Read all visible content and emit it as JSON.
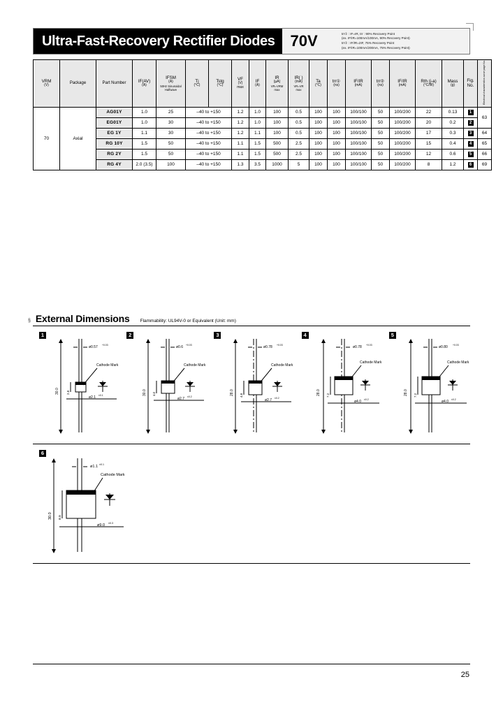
{
  "banner": {
    "title": "Ultra-Fast-Recovery Rectifier Diodes",
    "voltage": "70V",
    "notes": [
      "trr① : IF=IR, trr : 90% Recovery Point",
      "(ex. IF/IR=100mA/100mA, 90% Recovery Point)",
      "trr② : IF/IR=2IF, 75% Recovery Point",
      "(ex. IF/IR=100mA/200mA, 75% Recovery Point)"
    ]
  },
  "table": {
    "headers": {
      "vrm": "VRM",
      "vrm_unit": "(V)",
      "package": "Package",
      "part_number": "Part Number",
      "if_av": "IF(AV)",
      "if_av_unit": "(A)",
      "ifsm": "IFSM",
      "ifsm_unit": "(A)",
      "ifsm_cond": "50Hz Sinusoidal Halfwave",
      "tj": "Tj",
      "tj_unit": "(°C)",
      "tstg": "Tstg",
      "tstg_unit": "(°C)",
      "vf": "VF",
      "vf_unit": "(V)",
      "vf_max": "max",
      "if": "IF",
      "if_unit": "(A)",
      "ir_ua": "IR",
      "ir_ua_unit": "(µA)",
      "ir_ua_cond": "VR=VRM",
      "ir_ua_max": "max",
      "ir_ma": "IR( )",
      "ir_ma_unit": "(mA)",
      "ir_ma_cond": "VR=VR",
      "ir_ma_max": "max",
      "ta": "Ta",
      "ta_unit": "(°C)",
      "trr1": "trr①",
      "trr1_unit": "(ns)",
      "trr1_cond": "IF/IR",
      "trr1_cond_unit": "(mA)",
      "trr2": "trr②",
      "trr2_unit": "(ns)",
      "trr2_cond": "IF/IR",
      "trr2_cond_unit": "(mA)",
      "rth": "Rth (j-a)",
      "rth_unit": "(°C/W)",
      "mass": "Mass",
      "mass_unit": "(g)",
      "fig": "Fig.",
      "fig2": "No.",
      "curve_page": "Electrical characteristics curve page No."
    },
    "vrm_value": "70",
    "package_value": "Axial",
    "rows": [
      {
        "part": "AG01Y",
        "if_av": "1.0",
        "ifsm": "25",
        "tj": "–40 to +150",
        "vf": "1.2",
        "if": "1.0",
        "ir_ua": "100",
        "ir_ma": "0.5",
        "ta": "100",
        "trr1": "100",
        "trr1_cond": "100/100",
        "trr2": "50",
        "trr2_cond": "100/200",
        "rth": "22",
        "mass": "0.13",
        "fig": "1",
        "curve": "63"
      },
      {
        "part": "EG01Y",
        "if_av": "1.0",
        "ifsm": "30",
        "tj": "–40 to +150",
        "vf": "1.2",
        "if": "1.0",
        "ir_ua": "100",
        "ir_ma": "0.5",
        "ta": "100",
        "trr1": "100",
        "trr1_cond": "100/100",
        "trr2": "50",
        "trr2_cond": "100/200",
        "rth": "20",
        "mass": "0.2",
        "fig": "2",
        "curve": ""
      },
      {
        "part": "EG 1Y",
        "if_av": "1.1",
        "ifsm": "30",
        "tj": "–40 to +150",
        "vf": "1.2",
        "if": "1.1",
        "ir_ua": "100",
        "ir_ma": "0.5",
        "ta": "100",
        "trr1": "100",
        "trr1_cond": "100/100",
        "trr2": "50",
        "trr2_cond": "100/200",
        "rth": "17",
        "mass": "0.3",
        "fig": "3",
        "curve": "64"
      },
      {
        "part": "RG 10Y",
        "if_av": "1.5",
        "ifsm": "50",
        "tj": "–40 to +150",
        "vf": "1.1",
        "if": "1.5",
        "ir_ua": "500",
        "ir_ma": "2.5",
        "ta": "100",
        "trr1": "100",
        "trr1_cond": "100/100",
        "trr2": "50",
        "trr2_cond": "100/200",
        "rth": "15",
        "mass": "0.4",
        "fig": "4",
        "curve": "65"
      },
      {
        "part": "RG 2Y",
        "if_av": "1.5",
        "ifsm": "50",
        "tj": "–40 to +150",
        "vf": "1.1",
        "if": "1.5",
        "ir_ua": "500",
        "ir_ma": "2.5",
        "ta": "100",
        "trr1": "100",
        "trr1_cond": "100/100",
        "trr2": "50",
        "trr2_cond": "100/200",
        "rth": "12",
        "mass": "0.6",
        "fig": "5",
        "curve": "66"
      },
      {
        "part": "RG 4Y",
        "if_av": "2.0 (3.5)",
        "ifsm": "100",
        "tj": "–40 to +150",
        "vf": "1.3",
        "if": "3.5",
        "ir_ua": "1000",
        "ir_ma": "5",
        "ta": "100",
        "trr1": "100",
        "trr1_cond": "100/100",
        "trr2": "50",
        "trr2_cond": "100/200",
        "rth": "8",
        "mass": "1.2",
        "fig": "6",
        "curve": "69"
      }
    ],
    "curve_merged_top": "63"
  },
  "external": {
    "bullet": "§",
    "title": "External Dimensions",
    "subtitle": "Flammability: UL94V-0 or Equivalent   (Unit: mm)",
    "figures": [
      {
        "num": "1",
        "lead_dia": "ø0.57",
        "lead_tol": "+0.03",
        "body_dia": "ø2.1",
        "body_tol": "±0.1",
        "length": "30.0",
        "length_tol": "±1",
        "body_len": "2.8",
        "body_len_tol": "±0.2",
        "cathode": "Cathode Mark"
      },
      {
        "num": "2",
        "lead_dia": "ø0.6",
        "lead_tol": "+0.03",
        "body_dia": "ø2.7",
        "body_tol": "±0.2",
        "length": "30.0",
        "length_tol": "±1",
        "body_len": "4.0",
        "body_len_tol": "±0.3",
        "cathode": "Cathode Mark"
      },
      {
        "num": "3",
        "lead_dia": "ø0.78",
        "lead_tol": "+0.03",
        "body_dia": "ø2.7",
        "body_tol": "±0.2",
        "length": "28.0",
        "length_tol": "±1",
        "body_len": "4.8",
        "body_len_tol": "±0.3",
        "cathode": "Cathode Mark"
      },
      {
        "num": "4",
        "lead_dia": "ø0.78",
        "lead_tol": "+0.03",
        "body_dia": "ø4.0",
        "body_tol": "±0.2",
        "length": "28.0",
        "length_tol": "±1",
        "body_len": "7.2",
        "body_len_tol": "±0.3",
        "cathode": "Cathode Mark"
      },
      {
        "num": "5",
        "lead_dia": "ø0.80",
        "lead_tol": "+0.03",
        "body_dia": "ø4.0",
        "body_tol": "±0.2",
        "length": "28.0",
        "length_tol": "±1",
        "body_len": "7.2",
        "body_len_tol": "±0.3",
        "cathode": "Cathode Mark"
      },
      {
        "num": "6",
        "lead_dia": "ø1.1",
        "lead_tol": "±0.1",
        "body_dia": "ø9.0",
        "body_tol": "±0.3",
        "length": "30.0",
        "length_tol": "±1",
        "body_len": "8.9",
        "body_len_tol": "±0.3",
        "cathode": "Cathode Mark"
      }
    ]
  },
  "footer": {
    "page_number": "25"
  }
}
